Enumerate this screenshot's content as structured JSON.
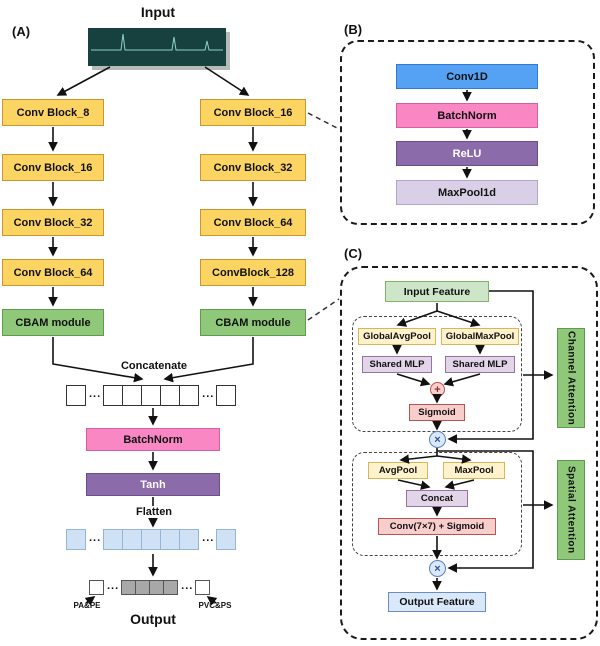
{
  "panelA": {
    "label": "(A)",
    "input_label": "Input",
    "left_blocks": [
      "Conv Block_8",
      "Conv Block_16",
      "Conv Block_32",
      "Conv Block_64"
    ],
    "left_cbam": "CBAM module",
    "right_blocks": [
      "Conv Block_16",
      "Conv Block_32",
      "Conv Block_64",
      "ConvBlock_128"
    ],
    "right_cbam": "CBAM module",
    "concatenate": "Concatenate",
    "batchnorm": "BatchNorm",
    "tanh": "Tanh",
    "flatten": "Flatten",
    "ellipsis": "...",
    "class_left": "PA&PE",
    "class_right": "PVC&PS",
    "output_label": "Output"
  },
  "panelB": {
    "label": "(B)",
    "conv1d": "Conv1D",
    "batchnorm": "BatchNorm",
    "relu": "ReLU",
    "maxpool": "MaxPool1d"
  },
  "panelC": {
    "label": "(C)",
    "input_feature": "Input Feature",
    "global_avg_pool": "GlobalAvgPool",
    "global_max_pool": "GlobalMaxPool",
    "shared_mlp": "Shared MLP",
    "plus": "+",
    "multiply": "×",
    "sigmoid": "Sigmoid",
    "channel_attention": "Channel Attention",
    "avg_pool": "AvgPool",
    "max_pool": "MaxPool",
    "concat": "Concat",
    "conv_sigmoid": "Conv(7×7) + Sigmoid",
    "spatial_attention": "Spatial Attention",
    "output_feature": "Output Feature"
  },
  "colors": {
    "conv_block": "#FCD462",
    "cbam": "#8FC878",
    "batchnorm": "#F987C4",
    "tanh_relu": "#8C6BAB",
    "conv1d": "#55A1F3",
    "maxpool1d": "#D9D0E8",
    "pool_box": "#FFF2CC",
    "mlp_box": "#E1D5E7",
    "sigmoid_box": "#F8CECC",
    "attention_label": "#8FC878",
    "feature_in": "#CDE5C8",
    "feature_out": "#DAE8FC"
  }
}
